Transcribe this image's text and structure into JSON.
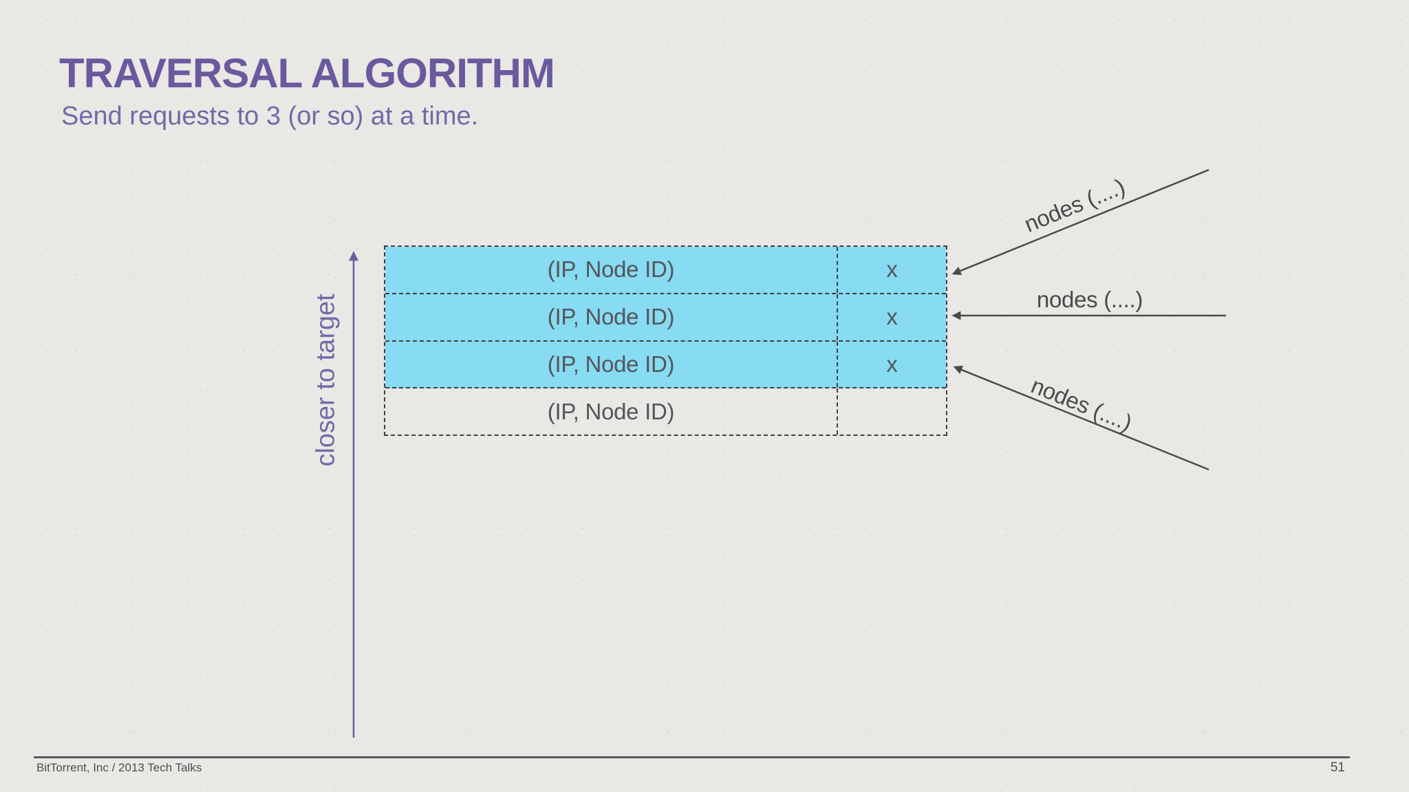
{
  "slide": {
    "title": "TRAVERSAL ALGORITHM",
    "subtitle": "Send requests to 3 (or so) at a time."
  },
  "diagram": {
    "axis_label": "closer to target",
    "table": {
      "rows": [
        {
          "label": "(IP, Node ID)",
          "queried": "x",
          "highlighted": true
        },
        {
          "label": "(IP, Node ID)",
          "queried": "x",
          "highlighted": true
        },
        {
          "label": "(IP, Node ID)",
          "queried": "x",
          "highlighted": true
        },
        {
          "label": "(IP, Node ID)",
          "queried": "",
          "highlighted": false
        }
      ]
    },
    "arrows": [
      {
        "label": "nodes (....)"
      },
      {
        "label": "nodes (....)"
      },
      {
        "label": "nodes (....)"
      }
    ]
  },
  "footer": {
    "left": "BitTorrent, Inc / 2013 Tech Talks",
    "page": "51"
  },
  "colors": {
    "accent": "#695a9e",
    "accent_soft": "#7568a8",
    "highlight": "#87dbf2",
    "ink": "#4a4a4a",
    "border": "#3e3e3e",
    "background": "#e9e8e5"
  }
}
